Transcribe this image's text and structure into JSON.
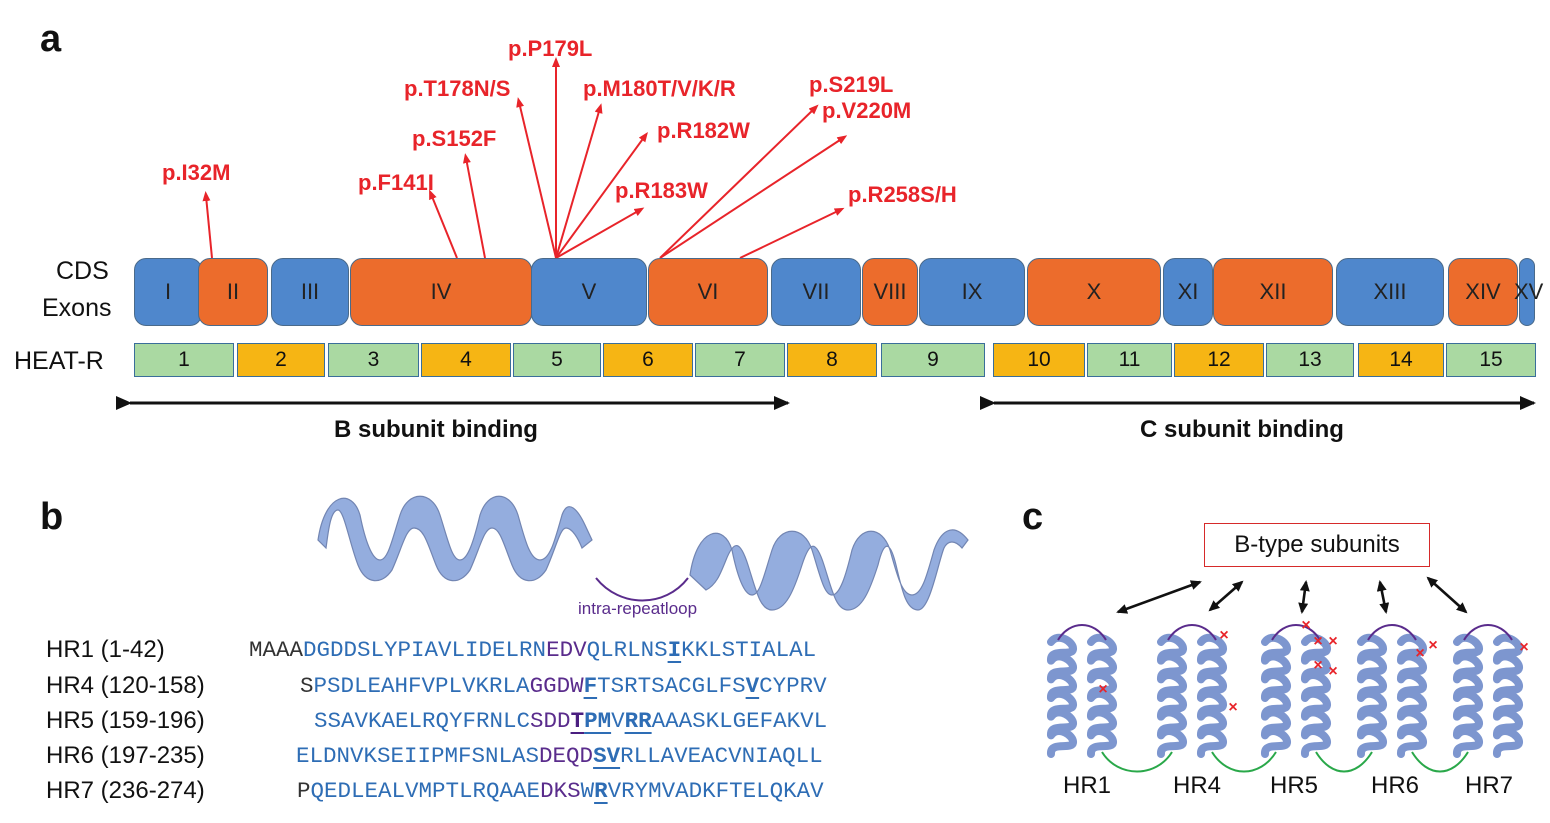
{
  "panel_a": {
    "label": "a",
    "cds_label_line1": "CDS",
    "cds_label_line2": "Exons",
    "heat_label": "HEAT-R",
    "exons": [
      "I",
      "II",
      "III",
      "IV",
      "V",
      "VI",
      "VII",
      "VIII",
      "IX",
      "X",
      "XI",
      "XII",
      "XIII",
      "XIV",
      "XV"
    ],
    "heat_repeats": [
      "1",
      "2",
      "3",
      "4",
      "5",
      "6",
      "7",
      "8",
      "9",
      "10",
      "11",
      "12",
      "13",
      "14",
      "15"
    ],
    "mutations": [
      "p.I32M",
      "p.F141I",
      "p.S152F",
      "p.T178N/S",
      "p.P179L",
      "p.M180T/V/K/R",
      "p.R182W",
      "p.R183W",
      "p.S219L",
      "p.V220M",
      "p.R258S/H"
    ],
    "b_binding": "B subunit binding",
    "c_binding": "C subunit binding"
  },
  "panel_b": {
    "label": "b",
    "loop_label": "intra-repeatloop",
    "rows": [
      {
        "label": "HR1 (1-42)",
        "seq": "MAAADGDDSLYPIAVLIDELRNEDVQLRLNSIKKLSTIALAL"
      },
      {
        "label": "HR4 (120-158)",
        "seq": "SPSDLEAHFVPLVKRLAGGDWFTSRTSACGLFSVCYPRV"
      },
      {
        "label": "HR5 (159-196)",
        "seq": "SSAVKAELRQYFRNLCSDDTPMVRRAAASKLGEFAKVL"
      },
      {
        "label": "HR6 (197-235)",
        "seq": "ELDNVKSEIIPMFSNLASDEQDSVRLLAVEACVNIAQLL"
      },
      {
        "label": "HR7 (236-274)",
        "seq": "PQEDLEALVMPTLRQAAEDKSWRVRYMVADKFTELQKAV"
      }
    ]
  },
  "panel_c": {
    "label": "c",
    "box_label": "B-type subunits",
    "repeats": [
      "HR1",
      "HR4",
      "HR5",
      "HR6",
      "HR7"
    ]
  },
  "colors": {
    "exon_blue": "#4f87cc",
    "exon_orange": "#ec6c2c",
    "heat_green": "#aad9a2",
    "heat_yellow": "#f6b514",
    "mutation_red": "#e8242a",
    "sequence_blue": "#2e6db5",
    "loop_purple": "#5a2c8c"
  }
}
